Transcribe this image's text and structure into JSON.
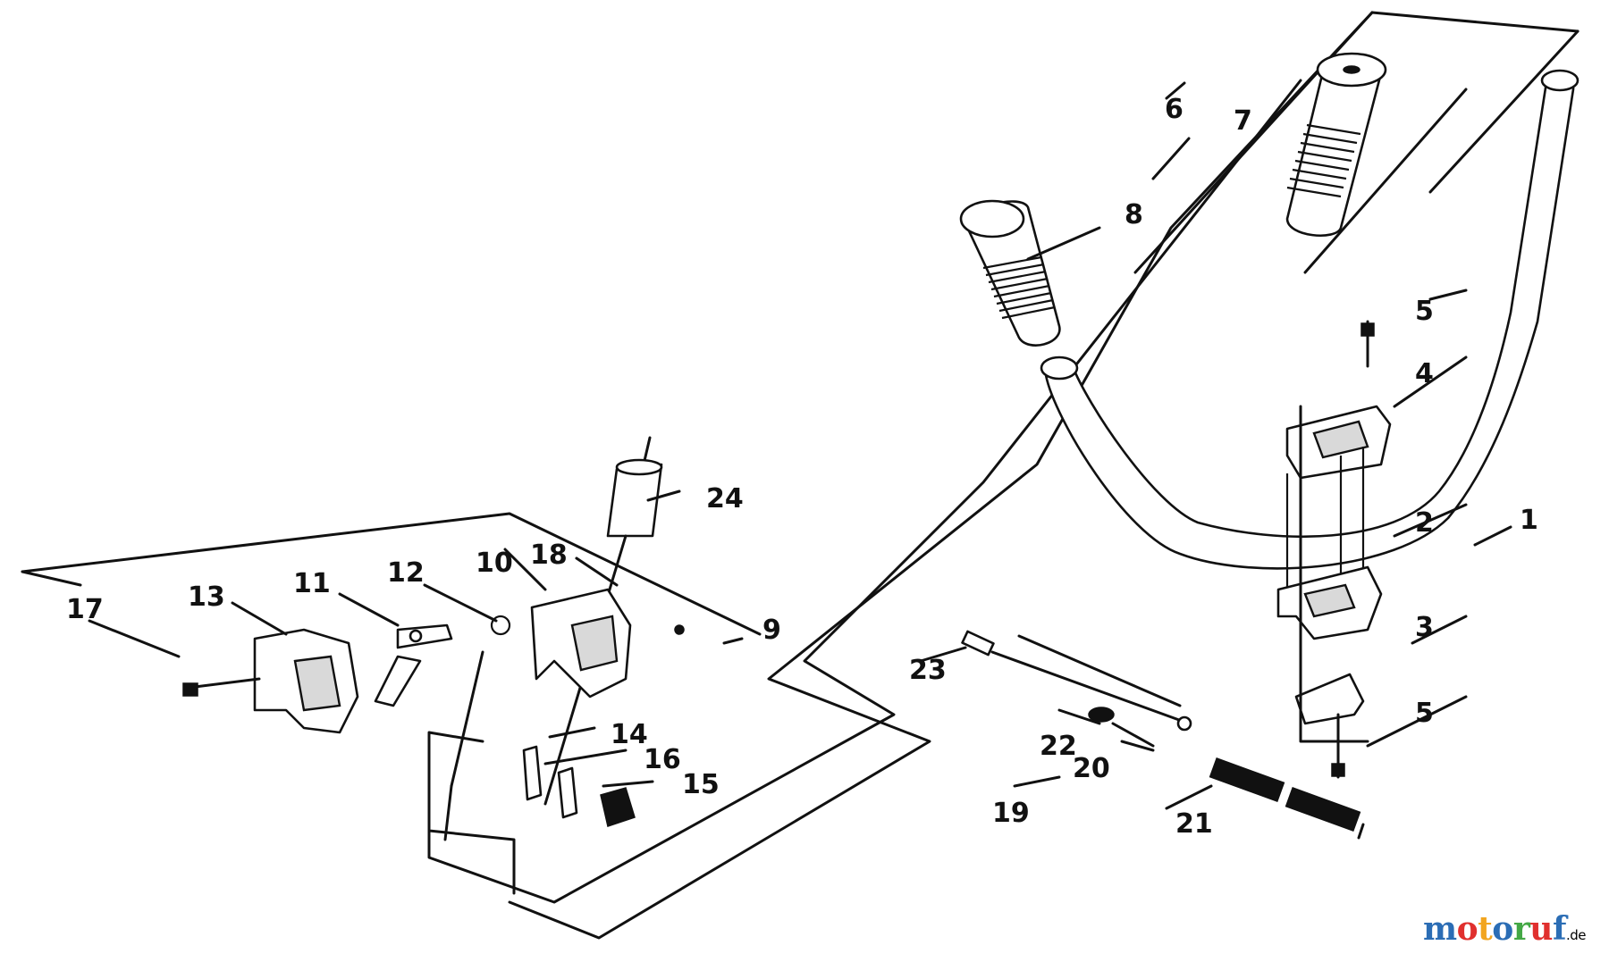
{
  "callouts": [
    {
      "id": "c1",
      "text": "1"
    },
    {
      "id": "c2",
      "text": "2"
    },
    {
      "id": "c3",
      "text": "3"
    },
    {
      "id": "c4",
      "text": "4"
    },
    {
      "id": "c5a",
      "text": "5"
    },
    {
      "id": "c5b",
      "text": "5"
    },
    {
      "id": "c6",
      "text": "6"
    },
    {
      "id": "c7",
      "text": "7"
    },
    {
      "id": "c8",
      "text": "8"
    },
    {
      "id": "c9",
      "text": "9"
    },
    {
      "id": "c10",
      "text": "10"
    },
    {
      "id": "c11",
      "text": "11"
    },
    {
      "id": "c12",
      "text": "12"
    },
    {
      "id": "c13",
      "text": "13"
    },
    {
      "id": "c14",
      "text": "14"
    },
    {
      "id": "c15",
      "text": "15"
    },
    {
      "id": "c16",
      "text": "16"
    },
    {
      "id": "c17",
      "text": "17"
    },
    {
      "id": "c18",
      "text": "18"
    },
    {
      "id": "c19",
      "text": "19"
    },
    {
      "id": "c20",
      "text": "20"
    },
    {
      "id": "c21",
      "text": "21"
    },
    {
      "id": "c22",
      "text": "22"
    },
    {
      "id": "c23",
      "text": "23"
    },
    {
      "id": "c24",
      "text": "24"
    }
  ],
  "watermark": {
    "letters": [
      "m",
      "o",
      "t",
      "o",
      "r",
      "u",
      "f"
    ],
    "letter_colors": [
      "#2b6db5",
      "#e0302e",
      "#f2a51f",
      "#2b6db5",
      "#44a845",
      "#e0302e",
      "#2b6db5"
    ],
    "suffix": ".de"
  }
}
